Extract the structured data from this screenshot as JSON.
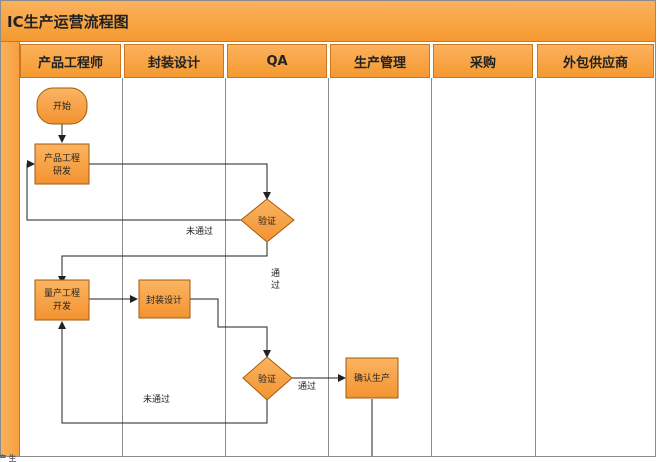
{
  "title": "IC生产运营流程图",
  "side_label": "生产设计",
  "lanes": [
    "产品工程师",
    "封装设计",
    "QA",
    "生产管理",
    "采购",
    "外包供应商"
  ],
  "nodes": {
    "start": "开始",
    "rnd_line1": "产品工程",
    "rnd_line2": "研发",
    "verify1": "验证",
    "mass_line1": "量产工程",
    "mass_line2": "开发",
    "pkg": "封装设计",
    "verify2": "验证",
    "confirm": "确认生产"
  },
  "edges": {
    "fail1": "未通过",
    "pass1_a": "通",
    "pass1_b": "过",
    "pass2": "通过",
    "fail2": "未通过"
  },
  "colors": {
    "accent": "#f59a31",
    "node_fill": "#f7a447",
    "node_border": "#a05a10"
  }
}
